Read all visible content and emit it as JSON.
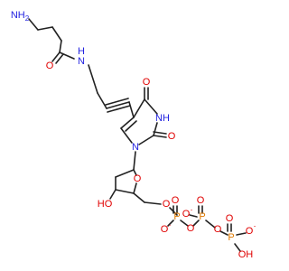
{
  "molecule": {
    "colors": {
      "bond": "#222222",
      "N": "#1f1fe0",
      "O": "#e00000",
      "P": "#e07a00",
      "C": "#222222"
    },
    "labels": {
      "nh2": "NH",
      "nh2_sub": "2",
      "amide_nh": "N",
      "amide_h": "H",
      "amide_o": "O",
      "ring_o_top": "O",
      "ring_nh": "NH",
      "ring_o_right": "O",
      "ring_n": "N",
      "sugar_o": "O",
      "ho": "HO",
      "ester_o": "O",
      "p1": "P",
      "p1_o_top": "O",
      "p1_o_bottom": "O",
      "bridge_o1": "O",
      "p2": "P",
      "p2_o_top": "O",
      "p2_o_left": "O",
      "bridge_o2": "O",
      "p3": "P",
      "p3_o_top": "O",
      "p3_o_right": "O",
      "p3_oh": "OH"
    },
    "charges": {
      "minus": "-"
    }
  }
}
